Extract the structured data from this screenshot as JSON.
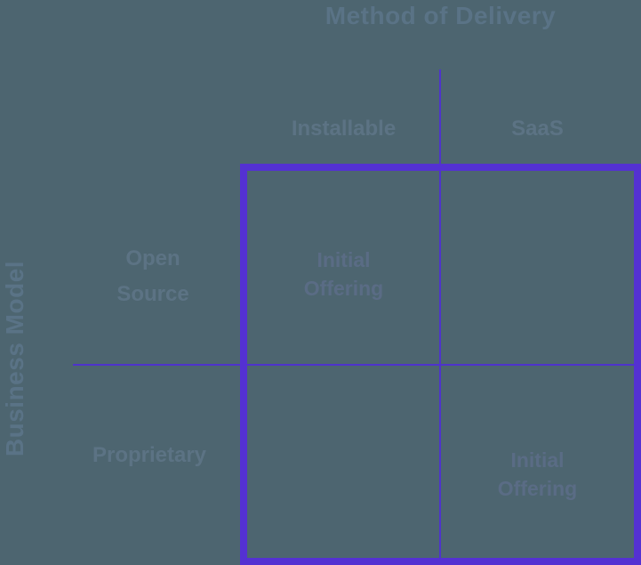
{
  "diagram": {
    "title": "Method of Delivery",
    "axis_label": "Business Model",
    "columns": [
      {
        "label": "Installable"
      },
      {
        "label": "SaaS"
      }
    ],
    "rows": [
      {
        "lines": [
          "Open",
          "Source"
        ]
      },
      {
        "lines": [
          "Proprietary"
        ]
      }
    ],
    "cells": [
      {
        "quadrant": "open-source-installable",
        "lines": [
          "Initial",
          "Offering"
        ]
      },
      {
        "quadrant": "proprietary-saas",
        "lines": [
          "Initial",
          "Offering"
        ]
      }
    ]
  },
  "colors": {
    "background": "#4D6570",
    "box_border": "#5431D2",
    "grid_line": "#4E33CC",
    "title_text": "#5A7386",
    "header_text": "#5C7384",
    "cell_text": "#5A6C85"
  }
}
